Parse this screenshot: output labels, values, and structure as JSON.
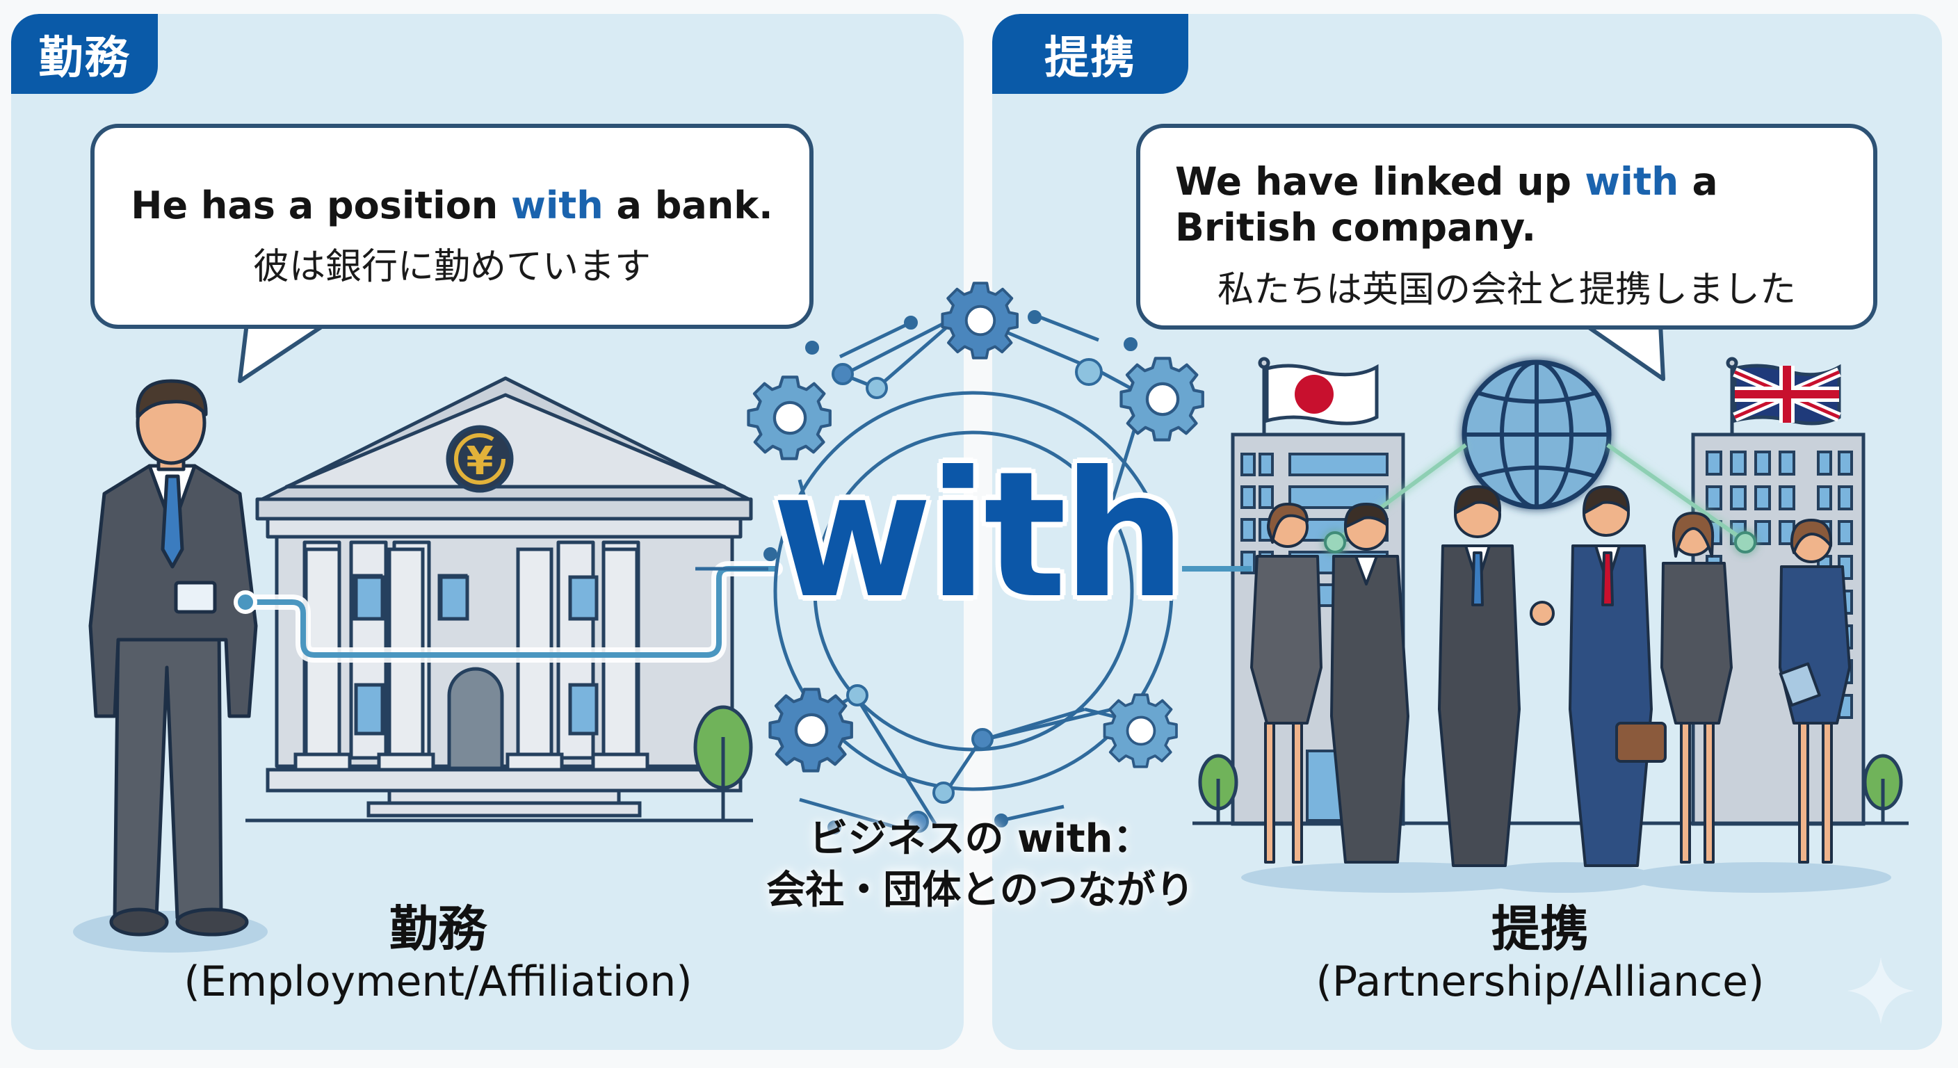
{
  "left_panel": {
    "tab_label": "勤務",
    "bubble": {
      "en_before": "He has a position ",
      "en_highlight": "with",
      "en_after": " a bank.",
      "jp": "彼は銀行に勤めています"
    },
    "caption": {
      "jp": "勤務",
      "en": "(Employment/Affiliation)"
    },
    "illustration": {
      "person": "businessman-with-id-badge",
      "building": "bank",
      "emblem": "¥"
    }
  },
  "right_panel": {
    "tab_label": "提携",
    "bubble": {
      "en_before": "We have linked up ",
      "en_highlight": "with",
      "en_after": " a British company.",
      "jp": "私たちは英国の会社と提携しました"
    },
    "caption": {
      "jp": "提携",
      "en": "(Partnership/Alliance)"
    },
    "illustration": {
      "flags": [
        "japan-flag",
        "uk-flag"
      ],
      "center": "globe",
      "people": "business-team-handshake"
    }
  },
  "center": {
    "word": "with",
    "label_line1": "ビジネスの with：",
    "label_line2": "会社・団体とのつながり"
  },
  "colors": {
    "panel_bg": "#d9ebf4",
    "tab_bg": "#0a5aa8",
    "highlight": "#1a63ae",
    "bubble_border": "#2d5275",
    "gear": "#5b93c7",
    "node": "#7fb6d6"
  }
}
